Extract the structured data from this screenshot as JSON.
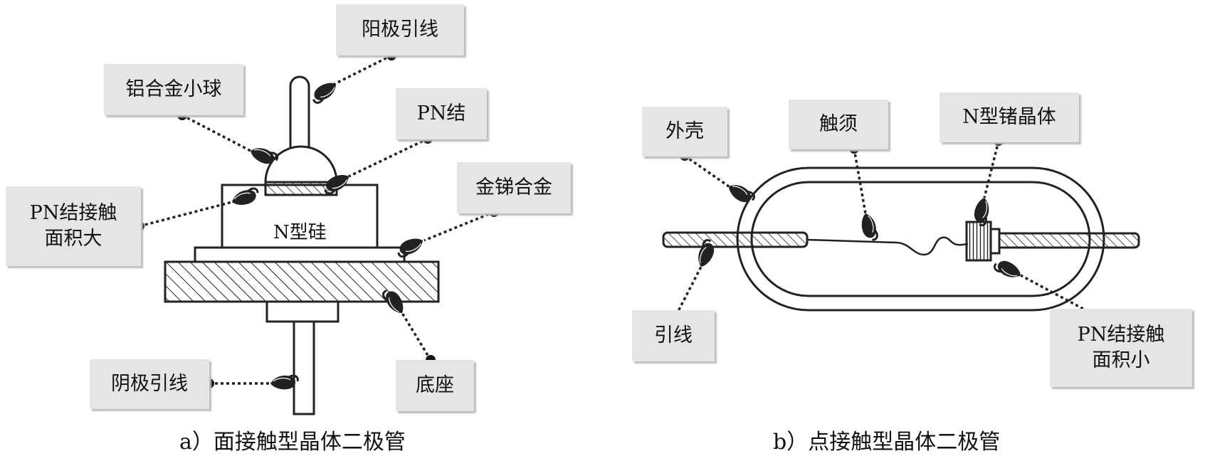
{
  "diagram_a": {
    "caption": "a）面接触型晶体二极管",
    "body_text": "N型硅",
    "labels": {
      "anode_lead": "阳极引线",
      "aluminum_ball": "铝合金小球",
      "pn_junction": "PN结",
      "large_area": "PN结接触\n面积大",
      "gold_antimony": "金锑合金",
      "cathode_lead": "阴极引线",
      "base": "底座"
    }
  },
  "diagram_b": {
    "caption": "b）点接触型晶体二极管",
    "labels": {
      "shell": "外壳",
      "whisker": "触须",
      "germanium": "N型锗晶体",
      "lead": "引线",
      "small_area": "PN结接触\n面积小"
    }
  }
}
